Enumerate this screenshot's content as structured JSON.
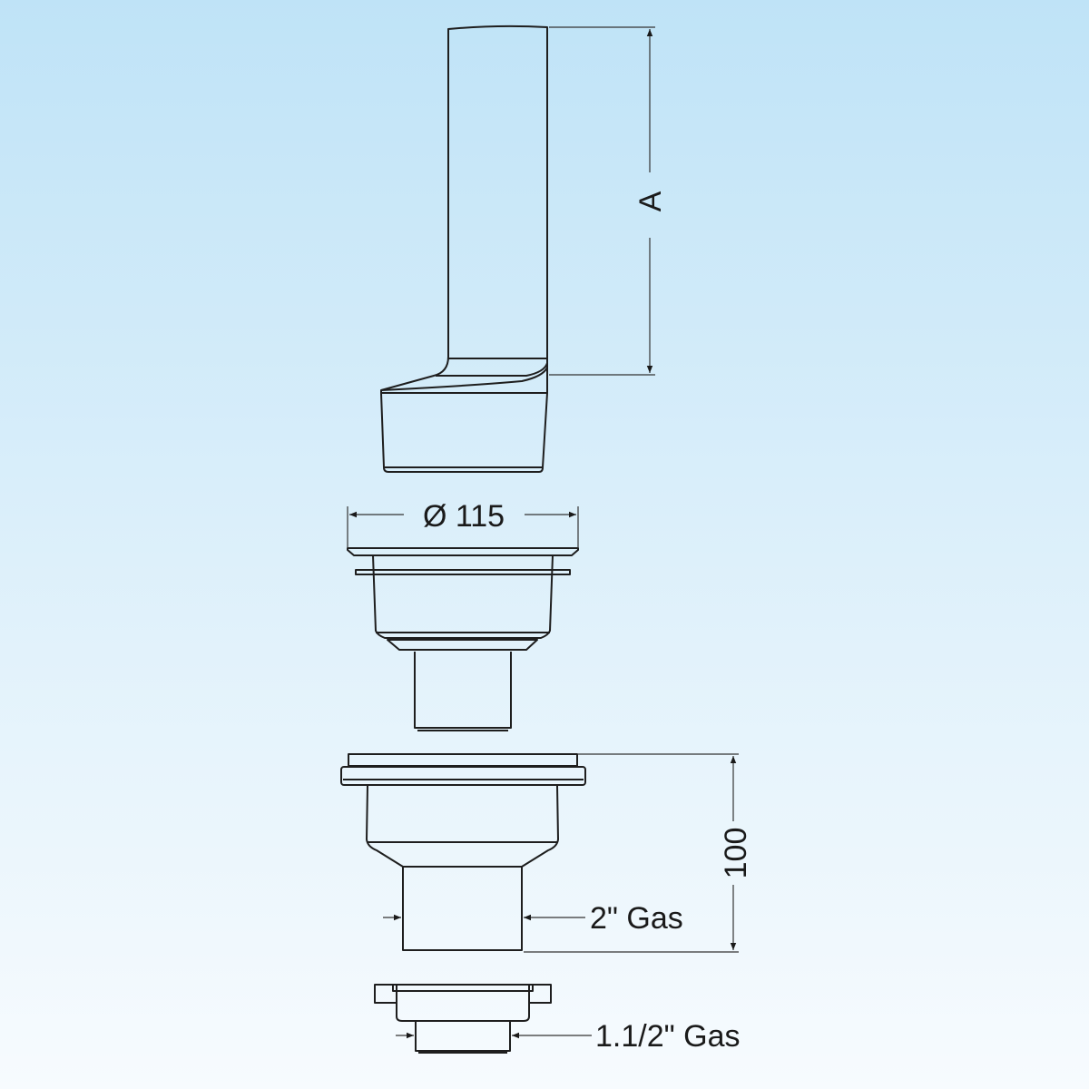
{
  "drawing": {
    "dimension_a": "A",
    "diameter_label": "Ø 115",
    "height_label": "100",
    "thread_large": "2\" Gas",
    "thread_small": "1.1/2\" Gas"
  },
  "colors": {
    "line": "#1e1e1e",
    "background_top": "#bfe3f7",
    "background_bottom": "#f7fbfe"
  }
}
